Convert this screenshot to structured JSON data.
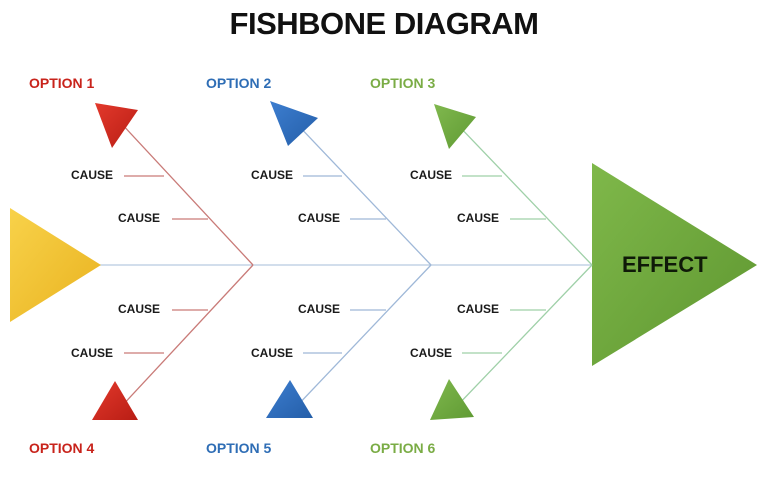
{
  "title": "FISHBONE DIAGRAM",
  "effect_label": "EFFECT",
  "colors": {
    "red": "#d42a1e",
    "blue": "#2f6fbe",
    "green": "#6aa83c",
    "yellow": "#f2c12e",
    "effect": "#6fa83b",
    "line_red": "#c97b78",
    "line_blue": "#9fb8d8",
    "line_green": "#9fd0a8",
    "spine": "#b8cbe0"
  },
  "options": [
    {
      "label": "OPTION 1",
      "color": "#c8231b"
    },
    {
      "label": "OPTION 2",
      "color": "#2e6db5"
    },
    {
      "label": "OPTION 3",
      "color": "#7aac45"
    },
    {
      "label": "OPTION 4",
      "color": "#c8231b"
    },
    {
      "label": "OPTION 5",
      "color": "#2e6db5"
    },
    {
      "label": "OPTION 6",
      "color": "#7aac45"
    }
  ],
  "causes": [
    "CAUSE",
    "CAUSE",
    "CAUSE",
    "CAUSE",
    "CAUSE",
    "CAUSE",
    "CAUSE",
    "CAUSE",
    "CAUSE",
    "CAUSE",
    "CAUSE",
    "CAUSE"
  ]
}
